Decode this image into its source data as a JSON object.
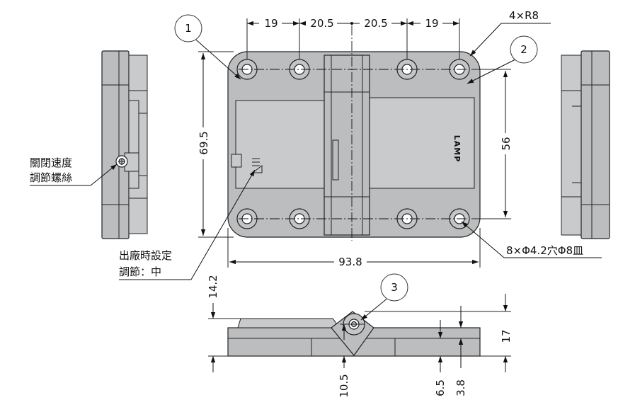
{
  "dimensions": {
    "top_19_left": "19",
    "top_205_left": "20.5",
    "top_205_right": "20.5",
    "top_19_right": "19",
    "corner_radius": "4×R8",
    "height_695": "69.5",
    "height_56": "56",
    "width_938": "93.8",
    "holes": "8×Φ4.2穴Φ8皿",
    "side_142": "14.2",
    "side_17": "17",
    "side_105": "10.5",
    "side_65": "6.5",
    "side_38": "3.8"
  },
  "balloons": {
    "b1": "1",
    "b2": "2",
    "b3": "3"
  },
  "notes": {
    "speed_line1": "關閉速度",
    "speed_line2": "調節螺絲",
    "factory_line1": "出廠時設定",
    "factory_line2": "調節：中"
  },
  "logo": "LAMP"
}
